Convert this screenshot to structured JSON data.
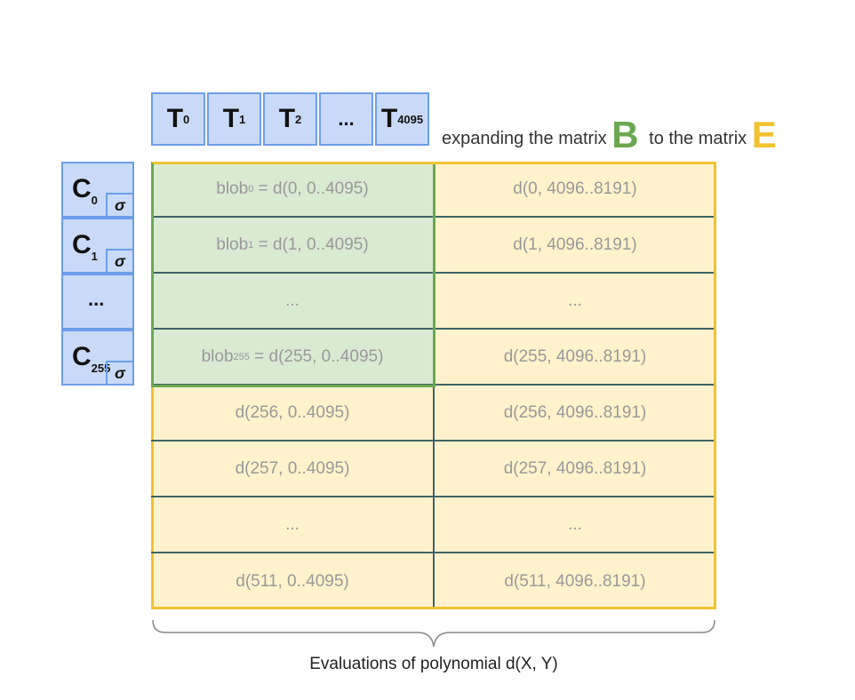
{
  "top_row": [
    {
      "label": "T",
      "sub": "0"
    },
    {
      "label": "T",
      "sub": "1"
    },
    {
      "label": "T",
      "sub": "2"
    },
    {
      "label": "...",
      "sub": ""
    },
    {
      "label": "T",
      "sub": "4095"
    }
  ],
  "left_col": [
    {
      "label": "C",
      "sub": "0",
      "sigma": "σ"
    },
    {
      "label": "C",
      "sub": "1",
      "sigma": "σ"
    },
    {
      "label": "...",
      "sub": "",
      "sigma": ""
    },
    {
      "label": "C",
      "sub": "255",
      "sigma": "σ"
    }
  ],
  "caption": {
    "text1": "expanding the matrix",
    "B": "B",
    "text2": "to the matrix",
    "E": "E"
  },
  "rows": [
    {
      "l_pre": "blob",
      "l_sub": "0",
      "l_post": " = d(0, 0..4095)",
      "r": "d(0, 4096..8191)"
    },
    {
      "l_pre": "blob",
      "l_sub": "1",
      "l_post": " = d(1, 0..4095)",
      "r": "d(1, 4096..8191)"
    },
    {
      "l_pre": "...",
      "l_sub": "",
      "l_post": "",
      "r": "..."
    },
    {
      "l_pre": "blob",
      "l_sub": "255",
      "l_post": " = d(255, 0..4095)",
      "r": "d(255, 4096..8191)"
    },
    {
      "l_pre": "d(256, 0..4095)",
      "l_sub": "",
      "l_post": "",
      "r": "d(256, 4096..8191)"
    },
    {
      "l_pre": "d(257, 0..4095)",
      "l_sub": "",
      "l_post": "",
      "r": "d(257, 4096..8191)"
    },
    {
      "l_pre": "...",
      "l_sub": "",
      "l_post": "",
      "r": "..."
    },
    {
      "l_pre": "d(511, 0..4095)",
      "l_sub": "",
      "l_post": "",
      "r": "d(511, 4096..8191)"
    }
  ],
  "footer": "Evaluations of polynomial d(X, Y)",
  "colors": {
    "blue_fill": "#c9daf8",
    "blue_border": "#6d9eeb",
    "green_fill": "#d9ead3",
    "green_border": "#6aa84f",
    "yellow_fill": "#fff2cc",
    "yellow_border": "#f1c232"
  }
}
